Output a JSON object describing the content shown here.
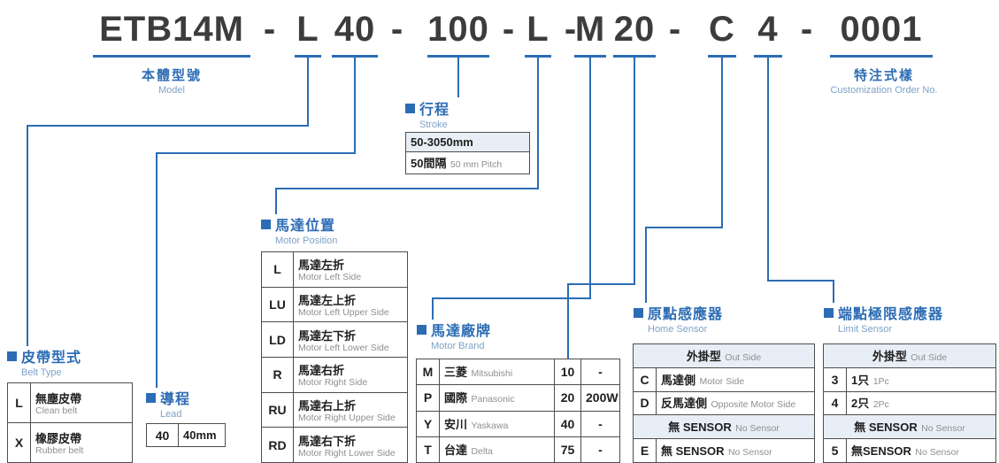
{
  "theme": {
    "accent_blue": "#2c6cb4",
    "light_blue_bg": "#e8eef6",
    "text_dark": "#3c3c3c",
    "text_gray": "#8f8f8f",
    "border": "#4d4d4d"
  },
  "code": {
    "model": "ETB14M",
    "separator": "-",
    "belt_type": "L",
    "lead": "40",
    "stroke": "100",
    "motor_position": "L",
    "motor_brand": "M",
    "motor_watt": "20",
    "home_sensor": "C",
    "limit_sensor": "4",
    "custom_no": "0001"
  },
  "labels": {
    "model": {
      "zh": "本體型號",
      "en": "Model"
    },
    "custom": {
      "zh": "特注式樣",
      "en": "Customization Order No."
    }
  },
  "belt_type": {
    "title_zh": "皮帶型式",
    "title_en": "Belt Type",
    "rows": [
      {
        "code": "L",
        "zh": "無塵皮帶",
        "en": "Clean belt"
      },
      {
        "code": "X",
        "zh": "橡膠皮帶",
        "en": "Rubber belt"
      }
    ]
  },
  "lead": {
    "title_zh": "導程",
    "title_en": "Lead",
    "rows": [
      {
        "code": "40",
        "value": "40mm"
      }
    ]
  },
  "motor_position": {
    "title_zh": "馬達位置",
    "title_en": "Motor Position",
    "rows": [
      {
        "code": "L",
        "zh": "馬達左折",
        "en": "Motor Left Side"
      },
      {
        "code": "LU",
        "zh": "馬達左上折",
        "en": "Motor Left Upper Side"
      },
      {
        "code": "LD",
        "zh": "馬達左下折",
        "en": "Motor Left Lower Side"
      },
      {
        "code": "R",
        "zh": "馬達右折",
        "en": "Motor Right Side"
      },
      {
        "code": "RU",
        "zh": "馬達右上折",
        "en": "Motor Right Upper Side"
      },
      {
        "code": "RD",
        "zh": "馬達右下折",
        "en": "Motor Right Lower Side"
      }
    ]
  },
  "stroke": {
    "title_zh": "行程",
    "title_en": "Stroke",
    "range": "50-3050mm",
    "pitch_zh": "50間隔",
    "pitch_en": "50 mm Pitch"
  },
  "motor_brand": {
    "title_zh": "馬達廠牌",
    "title_en": "Motor Brand",
    "rows": [
      {
        "code": "M",
        "zh": "三菱",
        "en": "Mitsubishi",
        "watt_code": "10",
        "watt": "-"
      },
      {
        "code": "P",
        "zh": "國際",
        "en": "Panasonic",
        "watt_code": "20",
        "watt": "200W"
      },
      {
        "code": "Y",
        "zh": "安川",
        "en": "Yaskawa",
        "watt_code": "40",
        "watt": "-"
      },
      {
        "code": "T",
        "zh": "台達",
        "en": "Delta",
        "watt_code": "75",
        "watt": "-"
      }
    ]
  },
  "home_sensor": {
    "title_zh": "原點感應器",
    "title_en": "Home Sensor",
    "outside_zh": "外掛型",
    "outside_en": "Out Side",
    "rows": [
      {
        "code": "C",
        "zh": "馬達側",
        "en": "Motor Side"
      },
      {
        "code": "D",
        "zh": "反馬達側",
        "en": "Opposite Motor Side"
      }
    ],
    "nosensor_zh": "無 SENSOR",
    "nosensor_en": "No Sensor",
    "rows2": [
      {
        "code": "E",
        "zh": "無 SENSOR",
        "en": "No Sensor"
      }
    ]
  },
  "limit_sensor": {
    "title_zh": "端點極限感應器",
    "title_en": "Limit Sensor",
    "outside_zh": "外掛型",
    "outside_en": "Out Side",
    "rows": [
      {
        "code": "3",
        "zh": "1只",
        "en": "1Pc"
      },
      {
        "code": "4",
        "zh": "2只",
        "en": "2Pc"
      }
    ],
    "nosensor_zh": "無 SENSOR",
    "nosensor_en": "No Sensor",
    "rows2": [
      {
        "code": "5",
        "zh": "無SENSOR",
        "en": "No Sensor"
      }
    ]
  }
}
